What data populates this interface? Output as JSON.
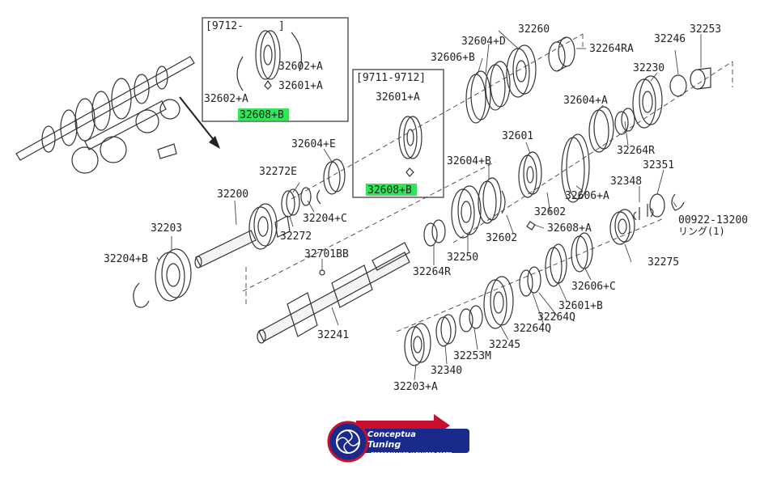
{
  "labels": {
    "l32260": "32260",
    "l32604d": "32604+D",
    "l32606b": "32606+B",
    "l32264ra": "32264RA",
    "l32246": "32246",
    "l32253": "32253",
    "l32230": "32230",
    "l32604a": "32604+A",
    "l32601": "32601",
    "l32604b": "32604+B",
    "l32264r_top": "32264R",
    "l32606a": "32606+A",
    "l32348": "32348",
    "l32351": "32351",
    "l32604e": "32604+E",
    "l32272e": "32272E",
    "l32200": "32200",
    "l32204c": "32204+C",
    "l32272": "32272",
    "l32203": "32203",
    "l32204b": "32204+B",
    "l32701bb": "32701BB",
    "l32602": "32602",
    "l32602_main": "32602",
    "l32608a": "32608+A",
    "l32250": "32250",
    "l32264r": "32264R",
    "l00922": "00922-13200",
    "l_ring": "リング(1)",
    "l32275": "32275",
    "l32606c": "32606+C",
    "l32601b": "32601+B",
    "l32264q1": "32264Q",
    "l32264q2": "32264Q",
    "l32241": "32241",
    "l32245": "32245",
    "l32253m": "32253M",
    "l32340": "32340",
    "l32203a": "32203+A"
  },
  "inset1": {
    "range": "[9712-",
    "range_end": "]",
    "l32602a_r": "32602+A",
    "l32601a": "32601+A",
    "l32602a_l": "32602+A",
    "l32608b": "32608+B"
  },
  "inset2": {
    "range": "[9711-9712]",
    "l32601a": "32601+A",
    "l32608b": "32608+B"
  },
  "colors": {
    "highlight": "#33e45a",
    "logo_red": "#c8102e",
    "logo_blue": "#1a2a8c"
  },
  "logo": {
    "line1": "Conceptua",
    "line2": "Tuning",
    "tagline": "PERFORMANCE JAPANESE PARTS"
  }
}
